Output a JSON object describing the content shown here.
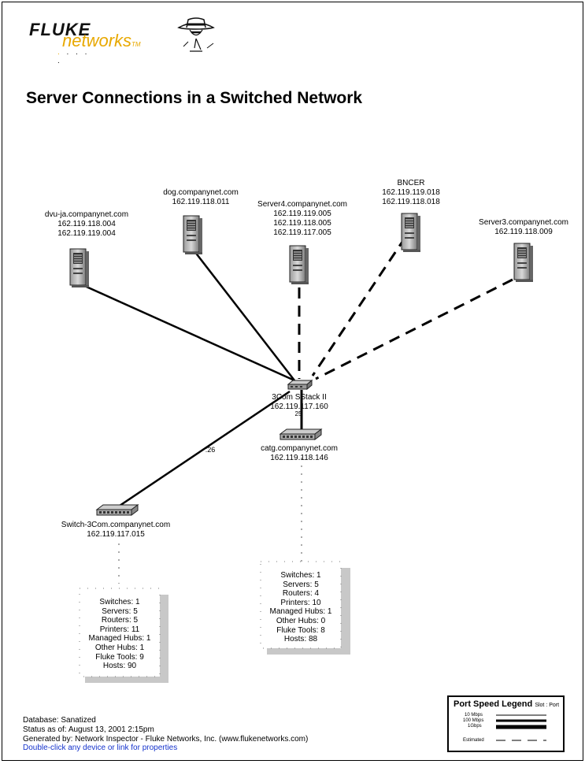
{
  "logo": {
    "brand": "FLUKE",
    "product": "networks",
    "tm": "TM"
  },
  "title": "Server Connections in a Switched Network",
  "devices": {
    "dvu": {
      "name": "dvu-ja.companynet.com",
      "ips": [
        "162.119.118.004",
        "162.119.119.004"
      ]
    },
    "dog": {
      "name": "dog.companynet.com",
      "ips": [
        "162.119.118.011"
      ]
    },
    "server4": {
      "name": "Server4.companynet.com",
      "ips": [
        "162.119.119.005",
        "162.119.118.005",
        "162.119.117.005"
      ]
    },
    "bncer": {
      "name": "BNCER",
      "ips": [
        "162.119.119.018",
        "162.119.118.018"
      ]
    },
    "server3": {
      "name": "Server3.companynet.com",
      "ips": [
        "162.119.118.009"
      ]
    },
    "core_switch": {
      "name": "3Com SStack II",
      "ips": [
        "162.119.117.160"
      ],
      "port": "25"
    },
    "catg": {
      "name": "catg.companynet.com",
      "ips": [
        "162.119.118.146"
      ]
    },
    "switch3com": {
      "name": "Switch-3Com.companynet.com",
      "ips": [
        "162.119.117.015"
      ]
    }
  },
  "links": {
    "switch_port": ":26"
  },
  "summary_left": [
    {
      "label": "Switches",
      "value": "1"
    },
    {
      "label": "Servers",
      "value": "5"
    },
    {
      "label": "Routers",
      "value": "5"
    },
    {
      "label": "Printers",
      "value": "11"
    },
    {
      "label": "Managed Hubs",
      "value": "1"
    },
    {
      "label": "Other Hubs",
      "value": "1"
    },
    {
      "label": "Fluke Tools",
      "value": "9"
    },
    {
      "label": "Hosts",
      "value": "90"
    }
  ],
  "summary_right": [
    {
      "label": "Switches",
      "value": "1"
    },
    {
      "label": "Servers",
      "value": "5"
    },
    {
      "label": "Routers",
      "value": "4"
    },
    {
      "label": "Printers",
      "value": "10"
    },
    {
      "label": "Managed Hubs",
      "value": "1"
    },
    {
      "label": "Other Hubs",
      "value": "0"
    },
    {
      "label": "Fluke Tools",
      "value": "8"
    },
    {
      "label": "Hosts",
      "value": "88"
    }
  ],
  "footer": {
    "database": "Database: Sanatized",
    "status": "Status as of: August 13, 2001  2:15pm",
    "generated": "Generated by: Network Inspector - Fluke Networks, Inc. (www.flukenetworks.com)",
    "hint": "Double-click any device or link for properties"
  },
  "legend": {
    "title": "Port Speed Legend",
    "subtitle": "Slot : Port",
    "rows": [
      "10 Mbps",
      "100 Mbps",
      "1Gbps"
    ],
    "estimated": "Estimated"
  },
  "colors": {
    "brand_gold": "#e8a800",
    "link_blue": "#1533cc"
  }
}
